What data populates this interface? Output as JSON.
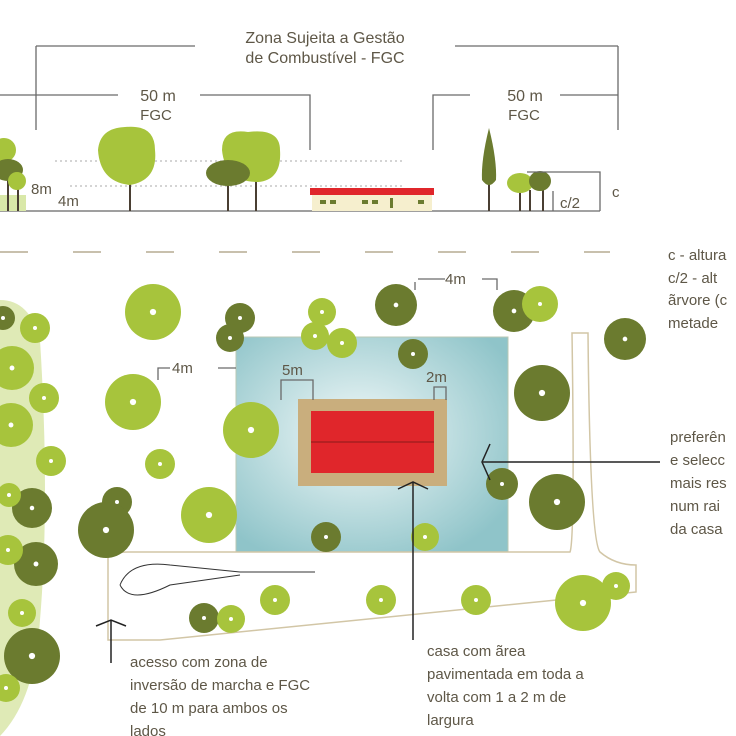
{
  "section": {
    "zone_title_line1": "Zona Sujeita a Gestão",
    "zone_title_line2": "de Combustível - FGC",
    "left_dim_value": "50 m",
    "left_dim_label": "FGC",
    "right_dim_value": "50 m",
    "right_dim_label": "FGC",
    "height_8m": "8m",
    "height_4m": "4m",
    "label_c": "c",
    "label_c_half": "c/2"
  },
  "plan": {
    "dim_4m_top": "4m",
    "dim_4m_left": "4m",
    "dim_5m": "5m",
    "dim_2m": "2m"
  },
  "legend_right": {
    "lines": [
      "c - altura",
      "c/2 - alt",
      "ãrvore (c",
      "metade"
    ]
  },
  "note_right": {
    "lines": [
      "preferên",
      "e selecc",
      "mais res",
      "num rai",
      "da casa"
    ]
  },
  "note_access": {
    "lines": [
      "acesso com zona de",
      "inversão de marcha e FGC",
      "de 10 m para ambos os",
      "lados"
    ]
  },
  "note_house": {
    "lines": [
      "casa com ãrea",
      "pavimentada  em toda a",
      "volta com 1 a 2 m de",
      "largura"
    ]
  },
  "colors": {
    "light_tree": "#a7c43c",
    "dark_tree": "#6b7b2f",
    "house_roof": "#e0262b",
    "paved": "#c9ae7d",
    "clear_zone": "#a9d3d6"
  }
}
